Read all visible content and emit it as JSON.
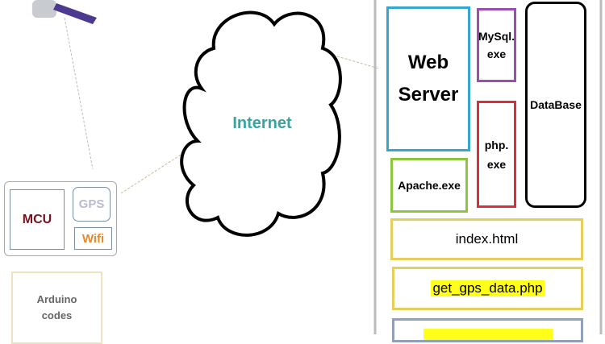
{
  "cloud": {
    "label": "Internet"
  },
  "device": {
    "mcu": "MCU",
    "gps": "GPS",
    "wifi": "Wifi"
  },
  "firmware": {
    "label": "Arduino\ncodes"
  },
  "server": {
    "web_server": "Web\nServer",
    "mysql": "MySql.\nexe",
    "php": "php.\nexe",
    "database": "DataBase",
    "apache": "Apache.exe",
    "index": "index.html",
    "get_gps": "get_gps_data.php"
  },
  "colors": {
    "web": "#33a7d0",
    "mysql": "#9a4fb0",
    "php": "#d8303a",
    "apache": "#8cc63f",
    "file": "#e5cf5a",
    "internet": "#3aa3a0"
  }
}
